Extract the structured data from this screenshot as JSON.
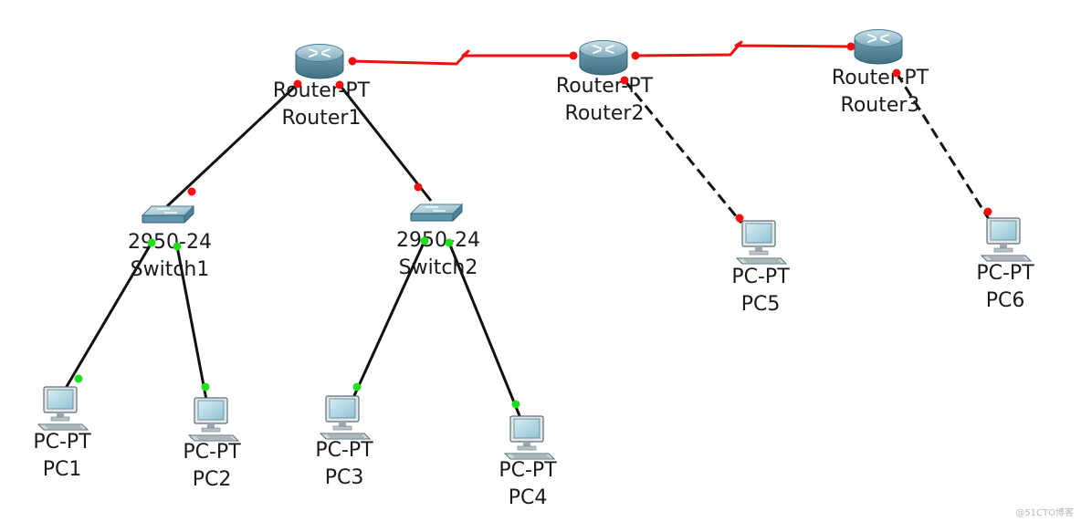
{
  "colors": {
    "serial_link": "#ee1111",
    "ethernet_link": "#111111",
    "port_down": "#ee1111",
    "port_up": "#22dd22",
    "router_body": "#5d8fa3",
    "switch_body": "#5f96ab",
    "pc_screen": "#a9d4e0"
  },
  "nodes": {
    "router1": {
      "model": "Router-PT",
      "name": "Router1",
      "icon": "router-icon"
    },
    "router2": {
      "model": "Router-PT",
      "name": "Router2",
      "icon": "router-icon"
    },
    "router3": {
      "model": "Router-PT",
      "name": "Router3",
      "icon": "router-icon"
    },
    "switch1": {
      "model": "2950-24",
      "name": "Switch1",
      "icon": "switch-icon"
    },
    "switch2": {
      "model": "2950-24",
      "name": "Switch2",
      "icon": "switch-icon"
    },
    "pc1": {
      "model": "PC-PT",
      "name": "PC1",
      "icon": "pc-icon"
    },
    "pc2": {
      "model": "PC-PT",
      "name": "PC2",
      "icon": "pc-icon"
    },
    "pc3": {
      "model": "PC-PT",
      "name": "PC3",
      "icon": "pc-icon"
    },
    "pc4": {
      "model": "PC-PT",
      "name": "PC4",
      "icon": "pc-icon"
    },
    "pc5": {
      "model": "PC-PT",
      "name": "PC5",
      "icon": "pc-icon"
    },
    "pc6": {
      "model": "PC-PT",
      "name": "PC6",
      "icon": "pc-icon"
    }
  },
  "links": [
    {
      "from": "router1",
      "to": "router2",
      "type": "serial",
      "from_status": "down",
      "to_status": "down"
    },
    {
      "from": "router2",
      "to": "router3",
      "type": "serial",
      "from_status": "down",
      "to_status": "down"
    },
    {
      "from": "router1",
      "to": "switch1",
      "type": "straight",
      "from_status": "down",
      "to_status": "down"
    },
    {
      "from": "router1",
      "to": "switch2",
      "type": "straight",
      "from_status": "down",
      "to_status": "down"
    },
    {
      "from": "switch1",
      "to": "pc1",
      "type": "straight",
      "from_status": "up",
      "to_status": "up"
    },
    {
      "from": "switch1",
      "to": "pc2",
      "type": "straight",
      "from_status": "up",
      "to_status": "up"
    },
    {
      "from": "switch2",
      "to": "pc3",
      "type": "straight",
      "from_status": "up",
      "to_status": "up"
    },
    {
      "from": "switch2",
      "to": "pc4",
      "type": "straight",
      "from_status": "up",
      "to_status": "up"
    },
    {
      "from": "router2",
      "to": "pc5",
      "type": "crossover",
      "from_status": "down",
      "to_status": "down"
    },
    {
      "from": "router3",
      "to": "pc6",
      "type": "crossover",
      "from_status": "down",
      "to_status": "down"
    }
  ],
  "watermark": "@51CTO博客"
}
